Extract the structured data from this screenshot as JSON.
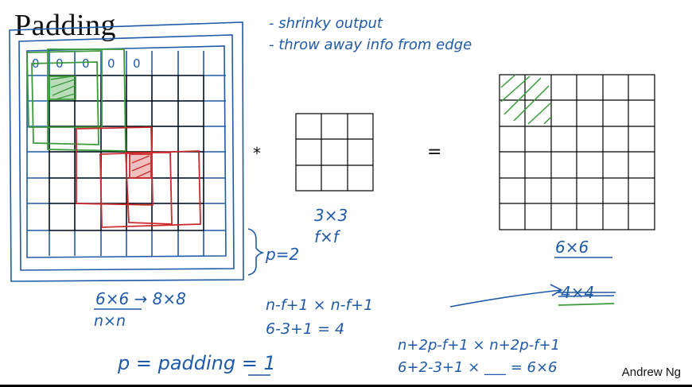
{
  "slide": {
    "title": "Padding",
    "author": "Andrew Ng",
    "notes": [
      "- shrinky output",
      "- throw away info from edge"
    ],
    "operators": {
      "convolve": "*",
      "equals": "="
    },
    "labels": {
      "filter_dims": "3×3",
      "filter_symbols": "f×f",
      "output_dims": "6×6",
      "output_struck": "4×4",
      "padding_brace": "p=2",
      "input_dims": "6×6 → 8×8",
      "input_symbols": "n×n",
      "formula_unpadded": "n-f+1 × n-f+1",
      "formula_unpadded_eval": "6-3+1 = 4",
      "formula_padded": "n+2p-f+1 × n+2p-f+1",
      "formula_padded_eval": "6+2-3+1 × ___ = 6×6",
      "padding_def": "p = padding = 1"
    },
    "padding_zeros": [
      "0",
      "0",
      "0",
      "0",
      "0"
    ]
  },
  "colors": {
    "ink_blue": "#1f5aa8",
    "green": "#3a9a3a",
    "red": "#cc2b2b",
    "grid": "#000000"
  }
}
